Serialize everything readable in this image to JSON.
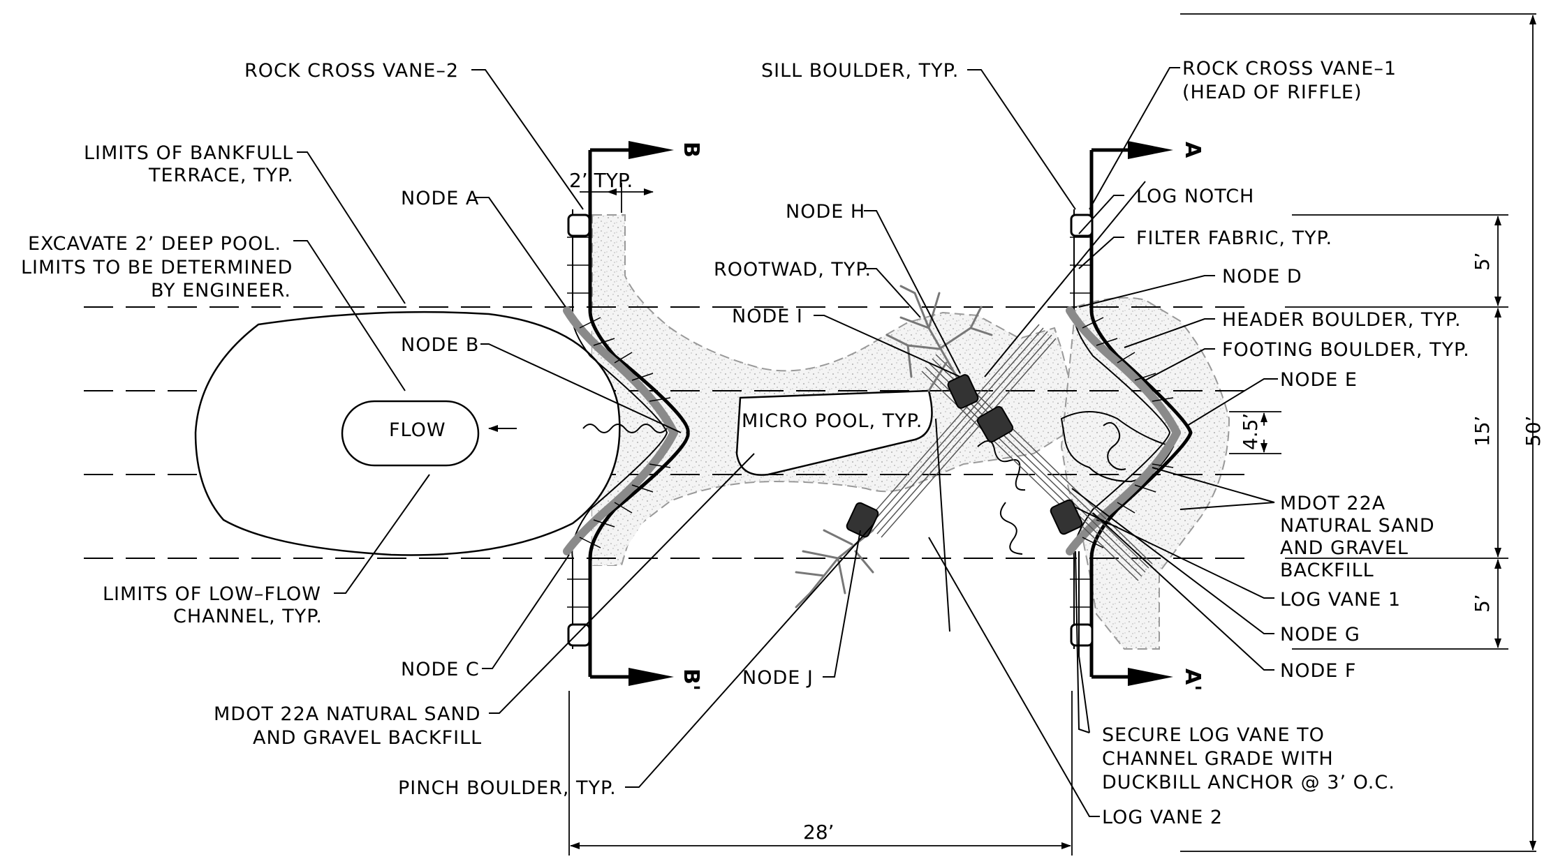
{
  "labels": {
    "rock_cross_vane_2": "ROCK CROSS VANE–2",
    "limits_bankfull_1": "LIMITS OF BANKFULL",
    "limits_bankfull_2": "TERRACE, TYP.",
    "node_a": "NODE A",
    "excavate_1": "EXCAVATE 2’ DEEP POOL.",
    "excavate_2": "LIMITS TO BE DETERMINED",
    "excavate_3": "BY ENGINEER.",
    "node_b": "NODE B",
    "flow": "FLOW",
    "limits_low_flow_1": "LIMITS OF LOW–FLOW",
    "limits_low_flow_2": "CHANNEL, TYP.",
    "node_c": "NODE C",
    "mdot_left_1": "MDOT 22A NATURAL SAND",
    "mdot_left_2": "AND GRAVEL BACKFILL",
    "pinch_boulder": "PINCH BOULDER, TYP.",
    "node_j": "NODE J",
    "sill_boulder": "SILL BOULDER, TYP.",
    "node_h": "NODE H",
    "rootwad": "ROOTWAD, TYP.",
    "node_i": "NODE I",
    "micro_pool": "MICRO POOL, TYP.",
    "rock_cross_vane_1_1": "ROCK CROSS VANE–1",
    "rock_cross_vane_1_2": "(HEAD OF RIFFLE)",
    "log_notch": "LOG NOTCH",
    "filter_fabric": "FILTER FABRIC, TYP.",
    "node_d": "NODE D",
    "header_boulder": "HEADER BOULDER, TYP.",
    "footing_boulder": "FOOTING BOULDER, TYP.",
    "node_e": "NODE E",
    "mdot_right_1": "MDOT 22A",
    "mdot_right_2": "NATURAL SAND",
    "mdot_right_3": "AND GRAVEL",
    "mdot_right_4": "BACKFILL",
    "log_vane_1": "LOG VANE 1",
    "node_g": "NODE G",
    "node_f": "NODE F",
    "secure_1": "SECURE LOG VANE TO",
    "secure_2": "CHANNEL GRADE WITH",
    "secure_3": "DUCKBILL ANCHOR @ 3’ O.C.",
    "log_vane_2": "LOG VANE 2"
  },
  "sections": {
    "b": "B",
    "b_prime": "B'",
    "a": "A",
    "a_prime": "A'"
  },
  "dimensions": {
    "two_typ": "2’ TYP.",
    "five_top": "5’",
    "fifteen": "15’",
    "fifty": "50’",
    "four_five": "4.5’",
    "five_bottom": "5’",
    "twenty_eight": "28’"
  }
}
